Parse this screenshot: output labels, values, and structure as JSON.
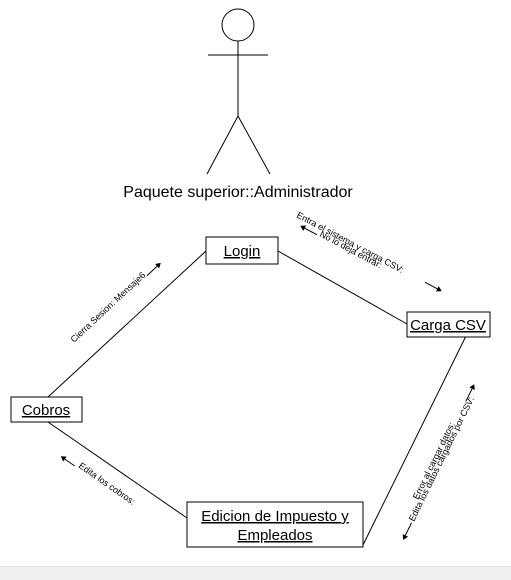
{
  "actor": {
    "name": "Paquete superior::Administrador"
  },
  "nodes": {
    "login": "Login",
    "carga_csv": "Carga CSV",
    "cobros": "Cobros",
    "edicion_line1": "Edicion de Impuesto y",
    "edicion_line2": "Empleados"
  },
  "messages": {
    "entra_sistema": "Entra el sistema y carga CSV:",
    "no_lo_deja": "No lo deja entrar:",
    "cierra_sesion": "Cierra Sesion: Mensaje6",
    "error_cargar": "Error al cargar datos:",
    "edita_datos": "Edita los datos cargados por CSV:",
    "edita_cobros": "Edita los cobros:"
  }
}
